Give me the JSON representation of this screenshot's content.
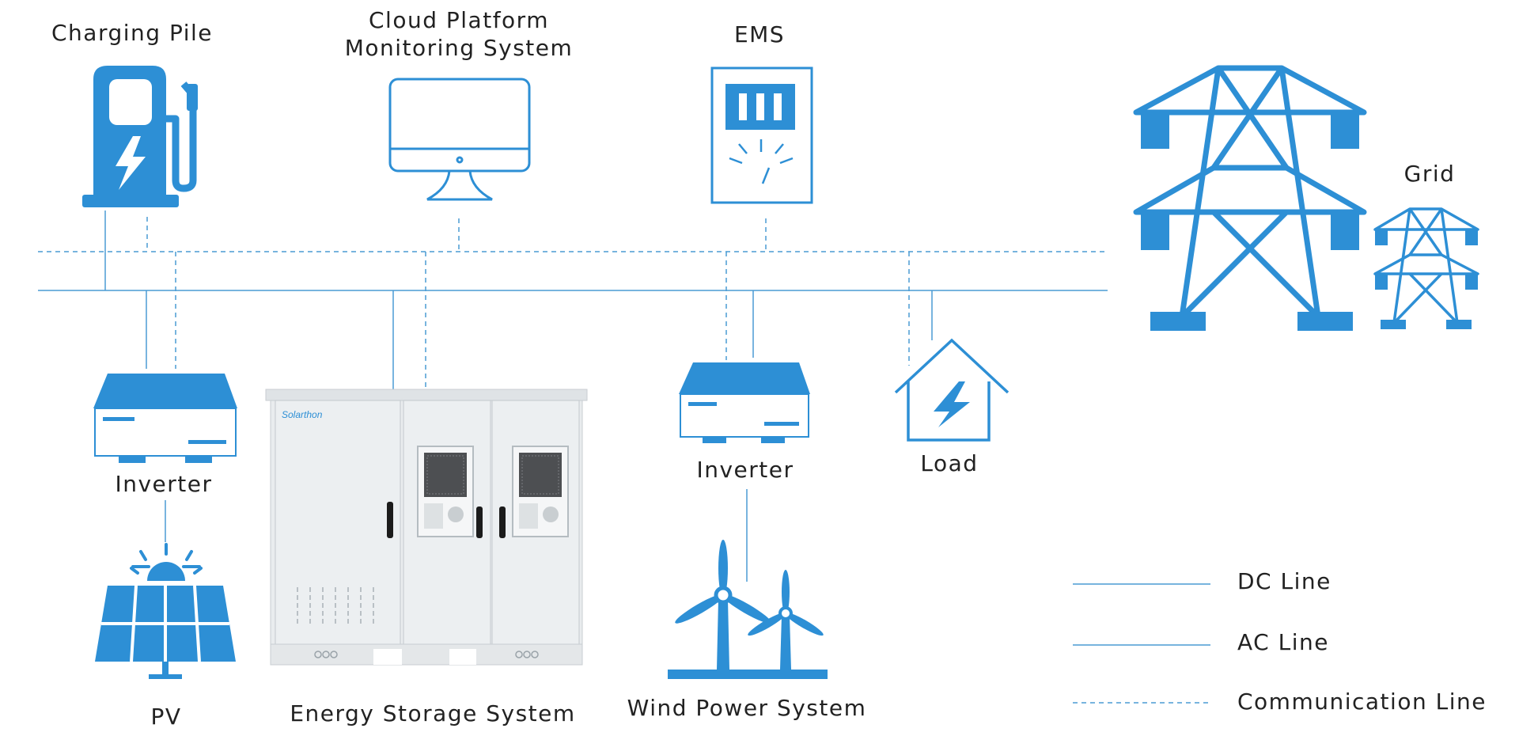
{
  "labels": {
    "charging_pile": "Charging Pile",
    "cloud_platform_line1": "Cloud Platform",
    "cloud_platform_line2": "Monitoring System",
    "ems": "EMS",
    "grid": "Grid",
    "inverter_left": "Inverter",
    "inverter_right": "Inverter",
    "load": "Load",
    "pv": "PV",
    "energy_storage": "Energy Storage System",
    "wind_power": "Wind Power System"
  },
  "cabinet_brand": "Solarthon",
  "legend": {
    "dc_line": "DC Line",
    "ac_line": "AC Line",
    "communication_line": "Communication Line"
  },
  "colors": {
    "icon_blue": "#2d8fd5",
    "line_blue": "#4a9bd4",
    "cabinet_gray": "#e9ecee",
    "text": "#222222"
  },
  "icons": [
    "charging-pile-icon",
    "monitor-icon",
    "ems-meter-icon",
    "grid-tower-icon",
    "inverter-icon",
    "house-load-icon",
    "solar-panel-icon",
    "wind-turbine-icon",
    "storage-cabinet-image"
  ]
}
